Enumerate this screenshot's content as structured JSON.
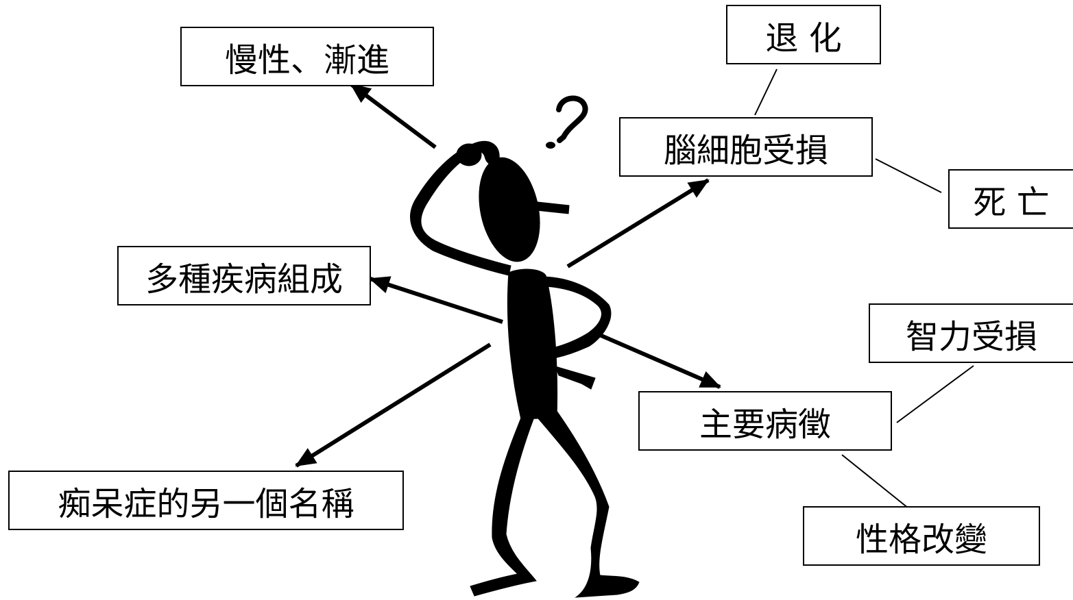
{
  "figure": {
    "colors": {
      "ink": "#000000",
      "background": "#ffffff"
    },
    "icons": [
      "stick-figure-icon",
      "question-mark-icon"
    ]
  },
  "labels": {
    "chronic_progressive": "慢性、漸進",
    "multiple_diseases": "多種疾病組成",
    "another_name": "痴呆症的另一個名稱",
    "brain_cell_damage": "腦細胞受損",
    "degeneration": "退 化",
    "death": "死 亡",
    "main_symptoms": "主要病徵",
    "intelligence_damage": "智力受損",
    "personality_change": "性格改變"
  }
}
